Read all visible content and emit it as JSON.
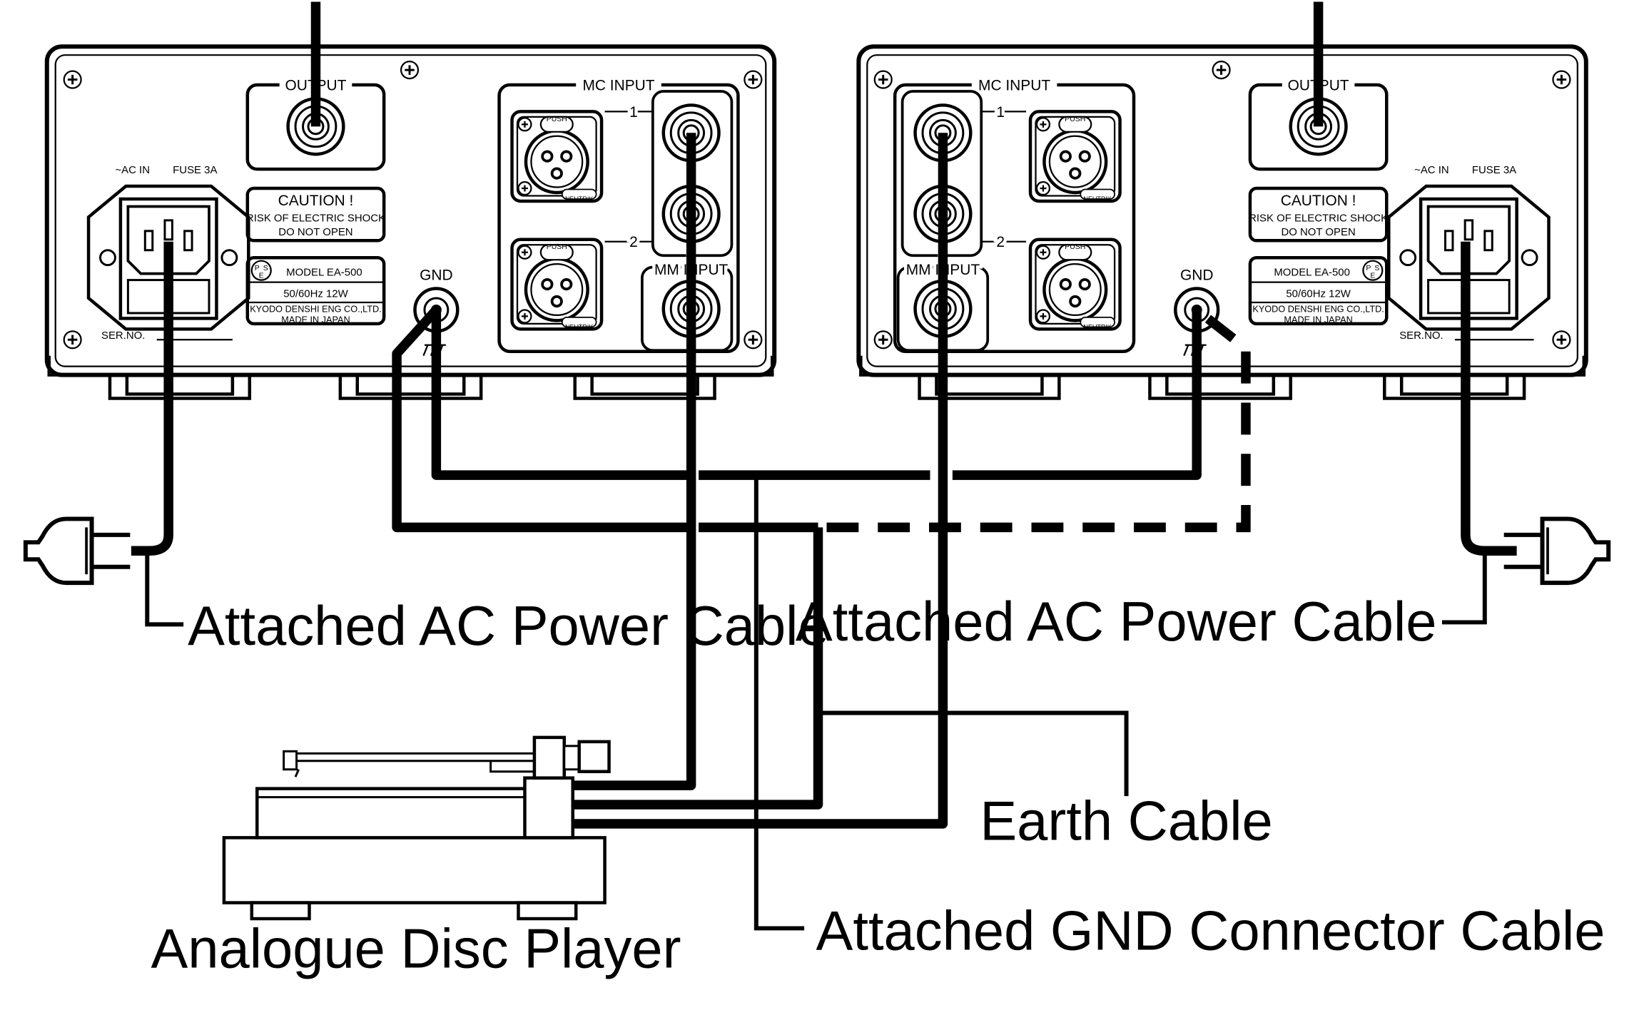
{
  "labels": {
    "ac_power_left": "Attached AC Power Cable",
    "ac_power_right": "Attached AC Power Cable",
    "earth_cable": "Earth Cable",
    "gnd_connector_cable": "Attached GND Connector Cable",
    "disc_player": "Analogue Disc Player"
  },
  "panel_left": {
    "output": "OUTPUT",
    "ac_in": "~AC IN",
    "fuse": "FUSE 3A",
    "caution_title": "CAUTION !",
    "caution_line1": "RISK OF ELECTRIC SHOCK",
    "caution_line2": "DO NOT OPEN",
    "pse_p": "P",
    "pse_s": "S",
    "pse_e": "E",
    "model": "MODEL EA-500",
    "rating": "50/60Hz  12W",
    "maker": "KYODO DENSHI ENG CO.,LTD.",
    "made_in": "MADE IN JAPAN",
    "ser_no": "SER.NO.",
    "gnd": "GND",
    "mc_input": "MC INPUT",
    "mm_input": "MM INPUT",
    "in1": "1",
    "in2": "2",
    "push": "PUSH",
    "neutrik": "NEUTRIK"
  },
  "panel_right": {
    "output": "OUTPUT",
    "ac_in": "~AC IN",
    "fuse": "FUSE 3A",
    "caution_title": "CAUTION !",
    "caution_line1": "RISK OF ELECTRIC SHOCK",
    "caution_line2": "DO NOT OPEN",
    "pse_p": "P",
    "pse_s": "S",
    "pse_e": "E",
    "model": "MODEL EA-500",
    "rating": "50/60Hz  12W",
    "maker": "KYODO DENSHI ENG CO.,LTD.",
    "made_in": "MADE IN JAPAN",
    "ser_no": "SER.NO.",
    "gnd": "GND",
    "mc_input": "MC INPUT",
    "mm_input": "MM INPUT",
    "in1": "1",
    "in2": "2",
    "push": "PUSH",
    "neutrik": "NEUTRIK"
  }
}
